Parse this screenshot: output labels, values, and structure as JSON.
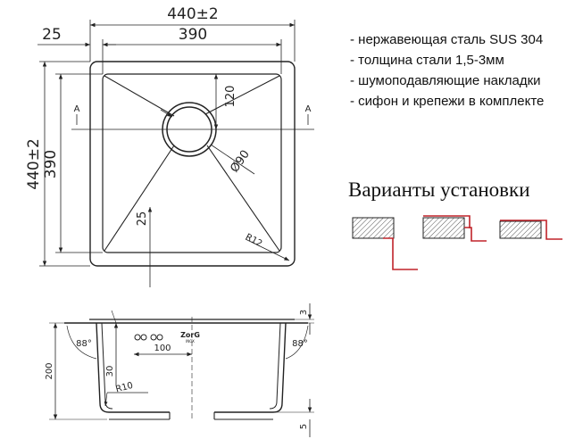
{
  "top_view": {
    "width_total": "440±2",
    "width_inner": "390",
    "flange": "25",
    "height_total": "440±2",
    "height_inner": "390",
    "drain_offset": "120",
    "drain_diameter": "Ø90",
    "depth_offset": "25",
    "corner_radius": "R12",
    "section_label": "A"
  },
  "section_view": {
    "angle_left": "88°",
    "angle_right": "88°",
    "height": "200",
    "inner_offset": "30",
    "bottom_radius": "R10",
    "rim_thickness": "3",
    "base_offset": "5",
    "overflow_dim": "100",
    "logo": "ZorG",
    "logo_sub": "INOX"
  },
  "specs": [
    "- нержавеющая сталь SUS 304",
    "- толщина стали 1,5-3мм",
    "- шумоподавляющие накладки",
    "- сифон и крепежи в комплекте"
  ],
  "install": {
    "title": "Варианты установки",
    "accent_color": "#c0232a"
  }
}
